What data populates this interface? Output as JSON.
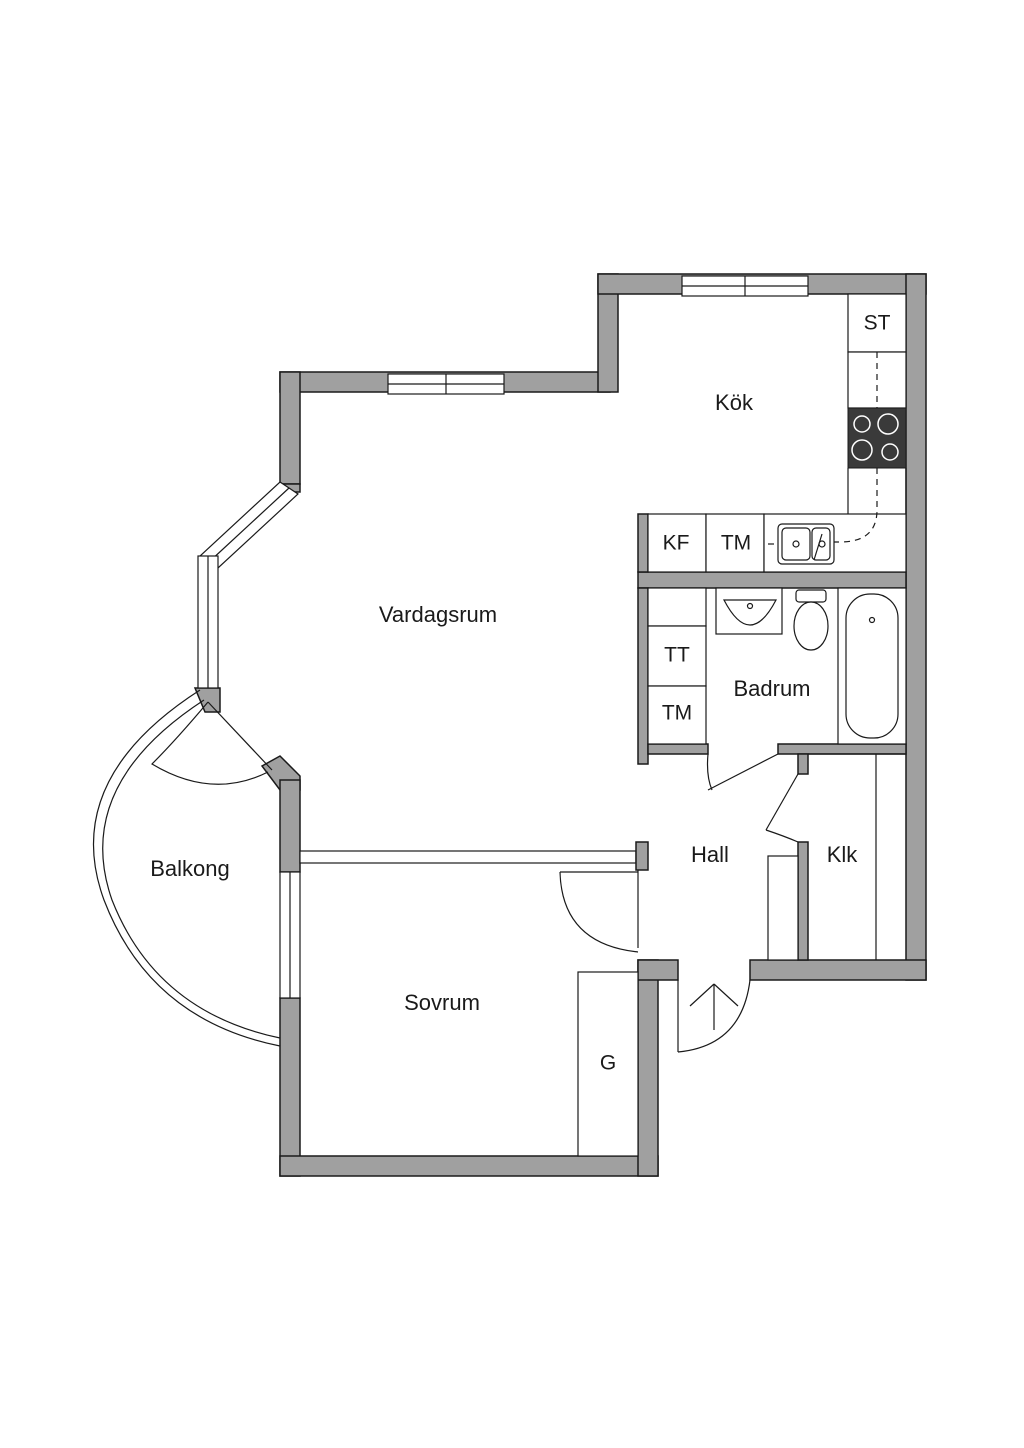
{
  "rooms": {
    "kok": "Kök",
    "vardagsrum": "Vardagsrum",
    "badrum": "Badrum",
    "hall": "Hall",
    "klk": "Klk",
    "balkong": "Balkong",
    "sovrum": "Sovrum"
  },
  "fixtures": {
    "st": "ST",
    "kf": "KF",
    "tm_kitchen": "TM",
    "tt": "TT",
    "tm_bath": "TM",
    "g": "G"
  },
  "colors": {
    "wall": "#a0a0a0",
    "line": "#1a1a1a",
    "stove": "#3a3a3a"
  }
}
